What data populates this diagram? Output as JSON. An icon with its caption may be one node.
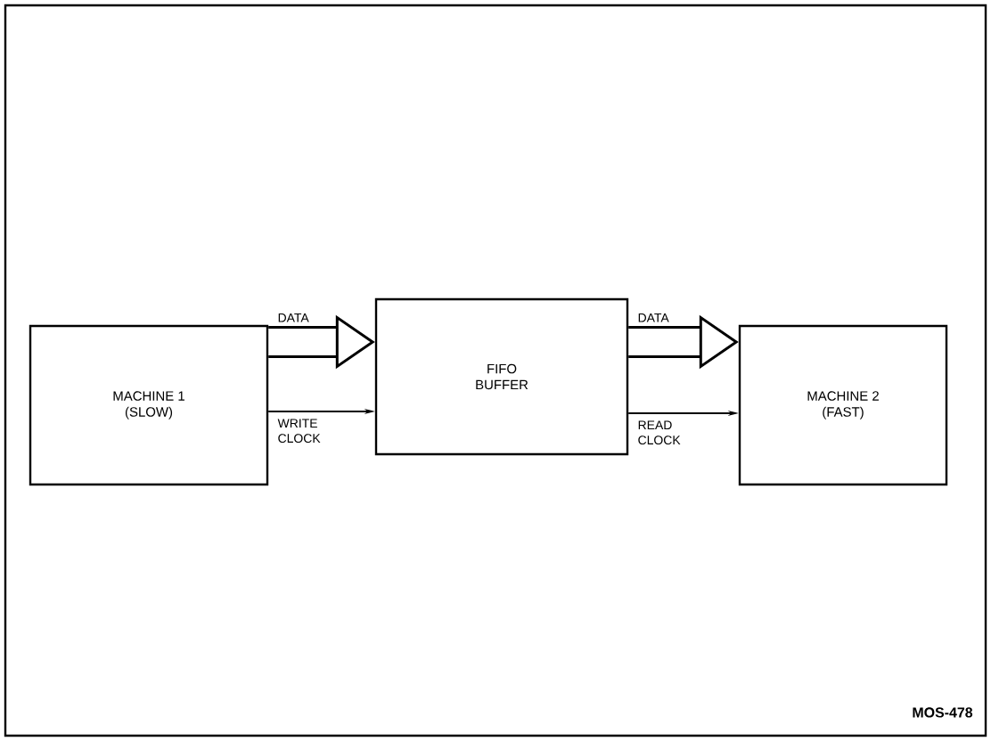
{
  "diagram": {
    "nodes": [
      {
        "text": [
          "MACHINE 1 (SLOW)"
        ]
      },
      {
        "text": [
          "FIFO BUFFER"
        ]
      },
      {
        "text": [
          "MACHINE 2 (FAST)"
        ]
      }
    ],
    "edges": [
      {
        "from": 0,
        "to": 1,
        "arrow": "to",
        "label": "DATA",
        "style": "thick"
      },
      {
        "from": 0,
        "to": 1,
        "arrow": "to",
        "label": "WRITE CLOCK"
      },
      {
        "from": 1,
        "to": 2,
        "arrow": "to",
        "label": "DATA",
        "style": "thick"
      },
      {
        "from": 1,
        "to": 2,
        "arrow": "to",
        "label": "READ CLOCK"
      }
    ],
    "labels": [
      "MOS-478"
    ]
  }
}
